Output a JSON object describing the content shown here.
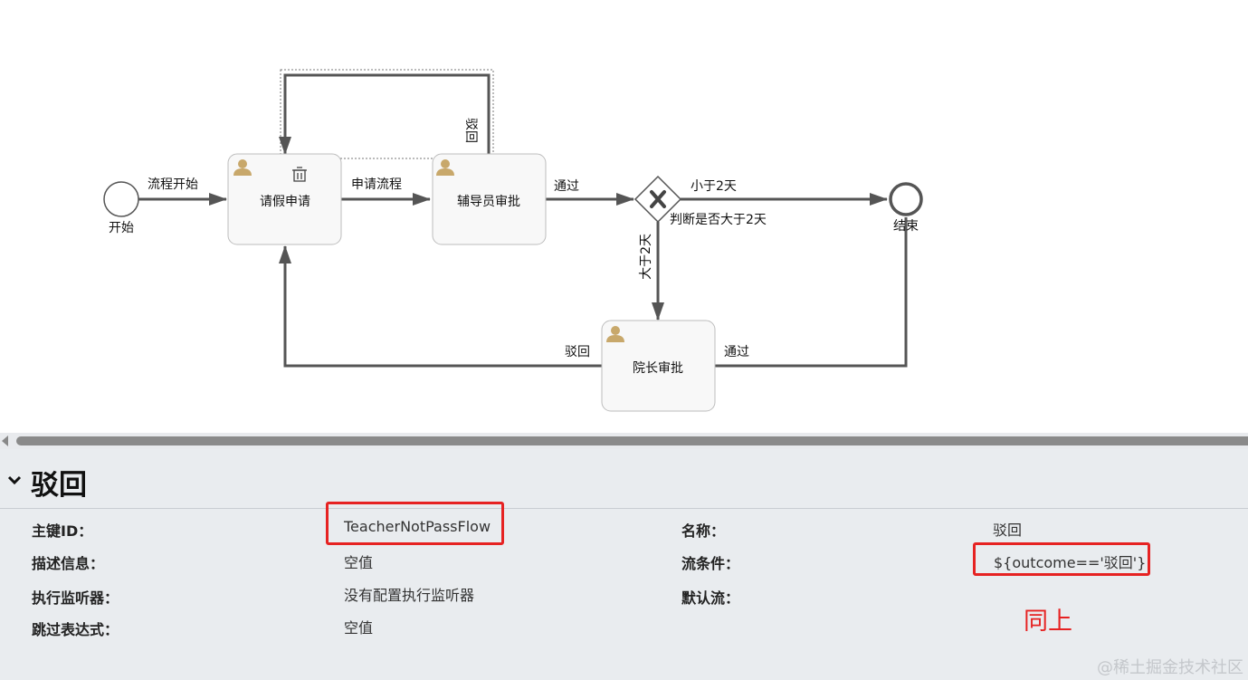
{
  "diagram": {
    "start_event": {
      "label": "开始"
    },
    "end_event": {
      "label": "结束"
    },
    "tasks": {
      "leave_request": "请假申请",
      "counselor_review": "辅导员审批",
      "dean_review": "院长审批"
    },
    "gateway": {
      "label": "判断是否大于2天",
      "icon": "exclusive-gateway-x"
    },
    "flows": {
      "start_flow": "流程开始",
      "apply_flow": "申请流程",
      "counselor_pass": "通过",
      "less_than_2": "小于2天",
      "more_than_2": "大于2天",
      "dean_reject": "驳回",
      "dean_pass": "通过",
      "counselor_reject": "驳回"
    },
    "icons": {
      "user": "user-icon",
      "delete": "trash-icon"
    },
    "colors": {
      "stroke": "#555555",
      "task_fill": "#f8f8f8",
      "user_icon": "#c8a86b"
    }
  },
  "panel": {
    "title": "驳回",
    "left": [
      {
        "label": "主键ID：",
        "value": "TeacherNotPassFlow"
      },
      {
        "label": "描述信息：",
        "value": "空值"
      },
      {
        "label": "执行监听器：",
        "value": "没有配置执行监听器"
      },
      {
        "label": "跳过表达式：",
        "value": "空值"
      }
    ],
    "right": [
      {
        "label": "名称：",
        "value": "驳回"
      },
      {
        "label": "流条件：",
        "value": "${outcome=='驳回'}"
      },
      {
        "label": "默认流：",
        "value": ""
      }
    ],
    "note": "同上",
    "highlight_color": "#e62222"
  },
  "watermark": "@稀土掘金技术社区"
}
